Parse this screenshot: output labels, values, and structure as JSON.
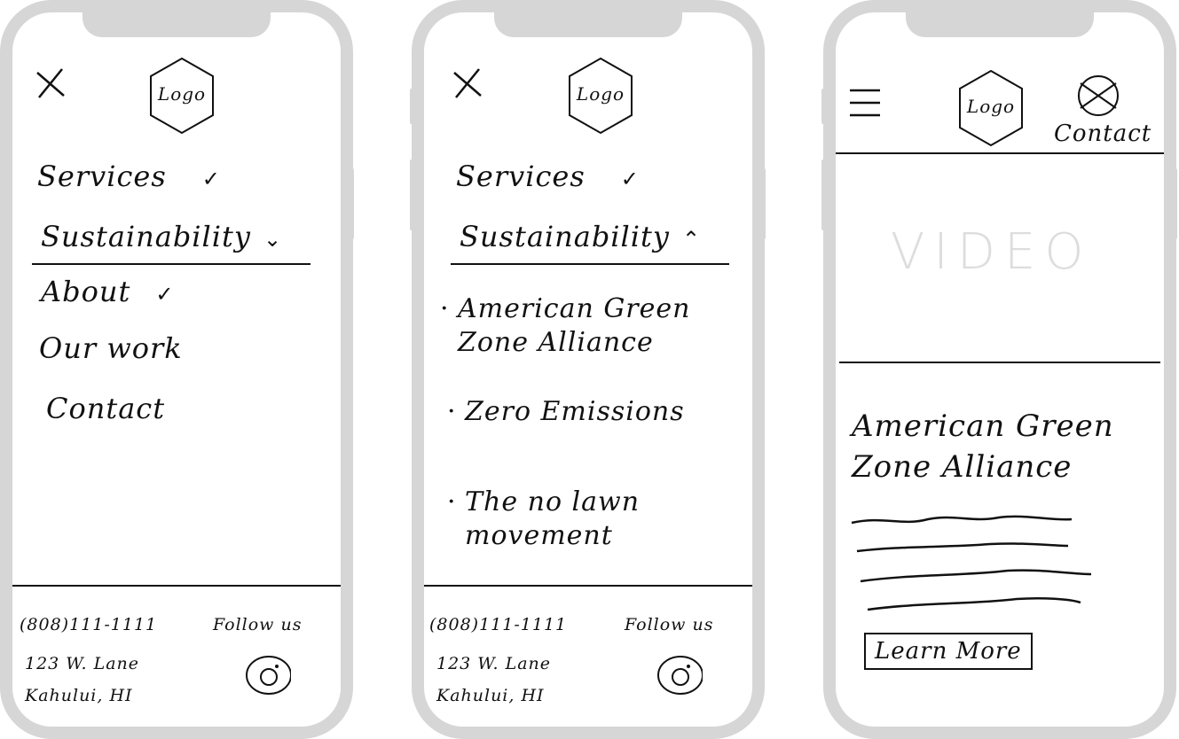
{
  "phone1": {
    "menu": [
      {
        "label": "Services",
        "chevron": "✓"
      },
      {
        "label": "Sustainability",
        "chevron": "⌄"
      },
      {
        "label": "About",
        "chevron": "✓"
      },
      {
        "label": "Our work",
        "chevron": ""
      },
      {
        "label": "Contact",
        "chevron": ""
      }
    ]
  },
  "phone2": {
    "menu": [
      {
        "label": "Services",
        "chevron": "✓"
      },
      {
        "label": "Sustainability",
        "chevron": "⌃"
      }
    ],
    "submenu": [
      "American Green Zone Alliance",
      "Zero Emissions",
      "The no lawn movement"
    ]
  },
  "phone3": {
    "contact_label": "Contact",
    "video_label": "VIDEO",
    "heading": "American Green Zone Alliance",
    "button_label": "Learn More"
  },
  "common": {
    "logo_label": "Logo",
    "close_icon": "close-icon",
    "phone": "(808)111-1111",
    "address_line1": "123 W. Lane",
    "address_line2": "Kahului, HI",
    "follow_label": "Follow us",
    "social_icon": "instagram-icon"
  }
}
